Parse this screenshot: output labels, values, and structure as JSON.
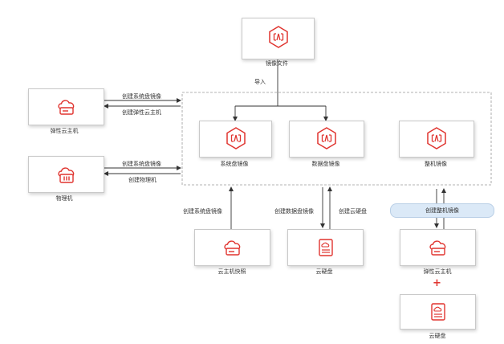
{
  "colors": {
    "accent": "#e0342f",
    "box_border": "#c9c9c9",
    "pill_bg": "#dbe9f7",
    "line": "#333333"
  },
  "nodes": {
    "image_file": {
      "label": "镜像文件",
      "icon": "image-icon"
    },
    "ecs_left": {
      "label": "弹性云主机",
      "icon": "cloud-server-icon"
    },
    "bms": {
      "label": "物理机",
      "icon": "physical-server-icon"
    },
    "system_image": {
      "label": "系统盘镜像",
      "icon": "image-icon"
    },
    "data_image": {
      "label": "数据盘镜像",
      "icon": "image-icon"
    },
    "full_image": {
      "label": "整机镜像",
      "icon": "image-icon"
    },
    "snapshot": {
      "label": "云主机快照",
      "icon": "cloud-server-icon"
    },
    "cloud_disk": {
      "label": "云硬盘",
      "icon": "disk-icon"
    },
    "ecs_bottom": {
      "label": "弹性云主机",
      "icon": "cloud-server-icon"
    },
    "disk_bottom": {
      "label": "云硬盘",
      "icon": "disk-icon"
    }
  },
  "edges": {
    "import": "导入",
    "ecs_create_system_image": "创建系统盘镜像",
    "ecs_create_ecs": "创建弹性云主机",
    "bms_create_system_image": "创建系统盘镜像",
    "bms_create_bms": "创建物理机",
    "snapshot_create_system_image": "创建系统盘镜像",
    "create_data_image": "创建数据盘镜像",
    "create_cloud_disk": "创建云硬盘",
    "create_full_image": "创建整机镜像"
  },
  "plus_sign": "+"
}
